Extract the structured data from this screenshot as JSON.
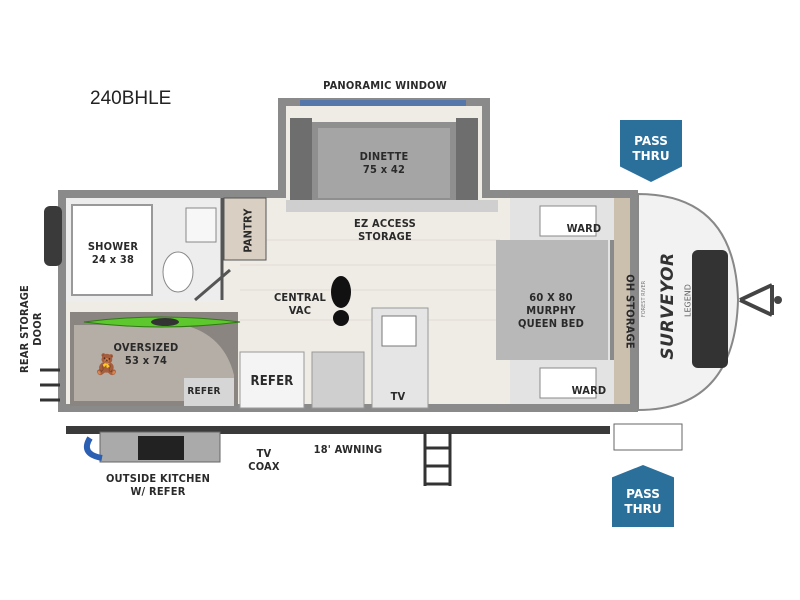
{
  "model": "240BHLE",
  "labels": {
    "panoramic_window": "PANORAMIC WINDOW",
    "dinette": "DINETTE",
    "dinette_size": "75 x 42",
    "ez_access": "EZ ACCESS",
    "storage": "STORAGE",
    "pantry": "PANTRY",
    "shower": "SHOWER",
    "shower_size": "24 x 38",
    "central": "CENTRAL",
    "vac": "VAC",
    "bed_size": "60 X 80",
    "murphy": "MURPHY",
    "queen_bed": "QUEEN BED",
    "ward_top": "WARD",
    "ward_bottom": "WARD",
    "oh_storage": "OH STORAGE",
    "rear_storage": "REAR STORAGE",
    "door": "DOOR",
    "oversized": "OVERSIZED",
    "oversized_size": "53 x 74",
    "refer_small": "REFER",
    "refer": "REFER",
    "tv": "TV",
    "tv_coax_1": "TV",
    "tv_coax_2": "COAX",
    "awning": "18' AWNING",
    "outside_kitchen": "OUTSIDE KITCHEN",
    "w_refer": "W/ REFER",
    "pass_thru_top_1": "PASS",
    "pass_thru_top_2": "THRU",
    "pass_thru_bottom_1": "PASS",
    "pass_thru_bottom_2": "THRU",
    "brand": "SURVEYOR",
    "brand_sub": "LEGEND",
    "brand_maker": "FOREST RIVER"
  },
  "colors": {
    "pass_thru": "#2b6f9b",
    "kayak": "#5dc72e",
    "wall": "#555555",
    "floor": "#efebe5"
  }
}
